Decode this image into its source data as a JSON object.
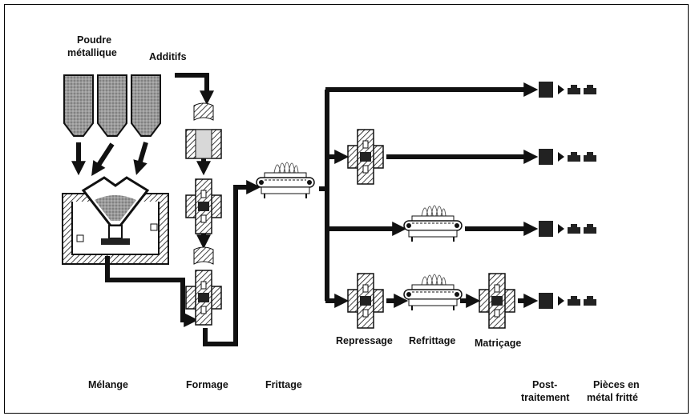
{
  "labels": {
    "powder_line1": "Poudre",
    "powder_line2": "métallique",
    "additives": "Additifs",
    "repressing": "Repressage",
    "resintering": "Refrittage",
    "sizing": "Matriçage",
    "mixing": "Mélange",
    "forming": "Formage",
    "sintering": "Frittage",
    "post_line1": "Post-",
    "post_line2": "traitement",
    "parts_line1": "Pièces en",
    "parts_line2": "métal fritté"
  },
  "colors": {
    "ink": "#111111",
    "hopper": "#8a8a8a",
    "background": "#ffffff"
  }
}
